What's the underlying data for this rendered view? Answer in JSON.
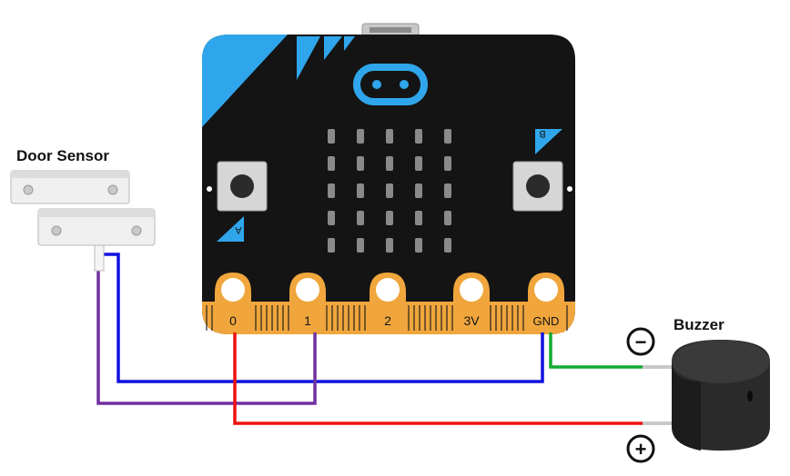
{
  "labels": {
    "door_sensor": "Door Sensor",
    "buzzer": "Buzzer",
    "minus": "−",
    "plus": "+"
  },
  "board": {
    "button_a": "A",
    "button_b": "B",
    "pins": [
      "0",
      "1",
      "2",
      "3V",
      "GND"
    ]
  },
  "wires": [
    {
      "name": "sensor-to-gnd",
      "color": "#1010e0"
    },
    {
      "name": "sensor-to-pin1",
      "color": "#7030a0"
    },
    {
      "name": "pin0-to-buzzer-plus",
      "color": "#ee1111"
    },
    {
      "name": "gnd-to-buzzer-minus",
      "color": "#11aa33"
    }
  ],
  "colors": {
    "board": "#141414",
    "accent": "#2fa6ec",
    "pin": "#f0a63c"
  }
}
